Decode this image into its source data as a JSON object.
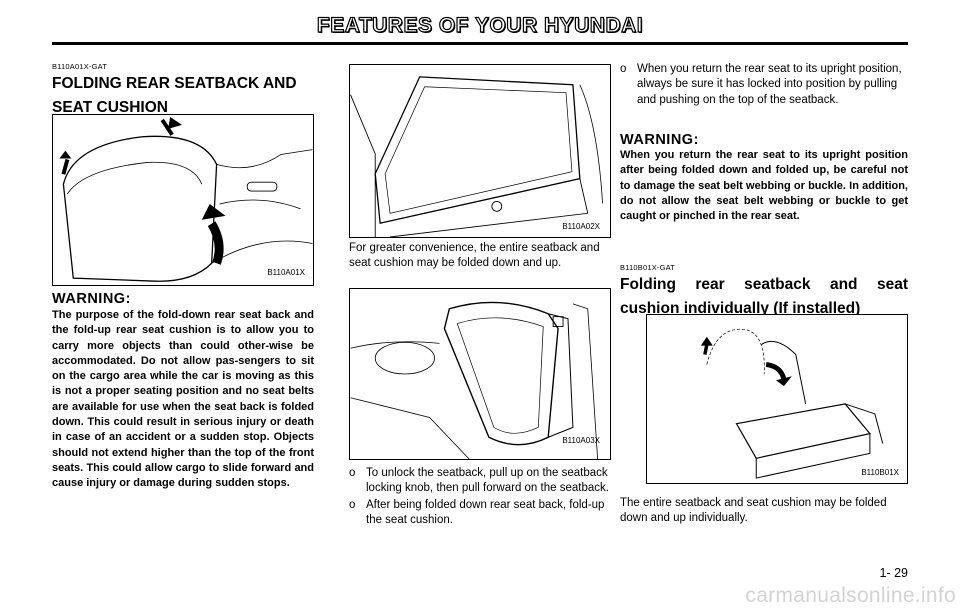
{
  "header": {
    "title": "FEATURES OF YOUR HYUNDAI"
  },
  "col1": {
    "code": "B110A01X-GAT",
    "title_line1": "FOLDING REAR SEATBACK AND",
    "title_line2": "SEAT CUSHION",
    "figure_label": "B110A01X",
    "warning_heading": "WARNING:",
    "warning_body": "The purpose of the fold-down rear seat back and the fold-up rear seat cushion is to allow you to carry more objects than could other-wise be accommodated. Do not allow pas-sengers to sit on the cargo area while the car is moving as this is not a proper seating position and no seat belts are available for use when the seat back is folded down. This could result in serious injury or death in case of an accident or a sudden stop. Objects should not extend higher than the top of the front seats. This could allow cargo to slide forward and cause injury or damage during sudden stops."
  },
  "col2": {
    "figure1_label": "B110A02X",
    "caption1": "For greater convenience, the entire seatback and seat cushion may be folded down and up.",
    "figure2_label": "B110A03X",
    "bullets": [
      "To unlock the seatback, pull up on the seatback locking knob, then pull forward on the seatback.",
      "After being folded down rear seat back, fold-up the seat cushion."
    ],
    "bullet_mark": "o"
  },
  "col3": {
    "bullet_mark": "o",
    "bullet_top": "When you return the rear seat to its upright position, always be sure it has locked into position by pulling and pushing on the top of the seatback.",
    "warning_heading": "WARNING:",
    "warning_body": "When you return the rear seat to its upright position after being folded down and folded up, be careful not to damage the seat belt webbing or buckle. In addition, do not allow the seat belt webbing or buckle to get caught or pinched in the rear seat.",
    "code": "B110B01X-GAT",
    "title_line1": "Folding rear seatback and seat",
    "title_line2": "cushion individually (If installed)",
    "figure_label": "B110B01X",
    "caption": "The entire seatback and seat cushion may be folded down and up individually."
  },
  "footer": {
    "page_number": "1- 29"
  },
  "watermark": "carmanualsonline.info"
}
